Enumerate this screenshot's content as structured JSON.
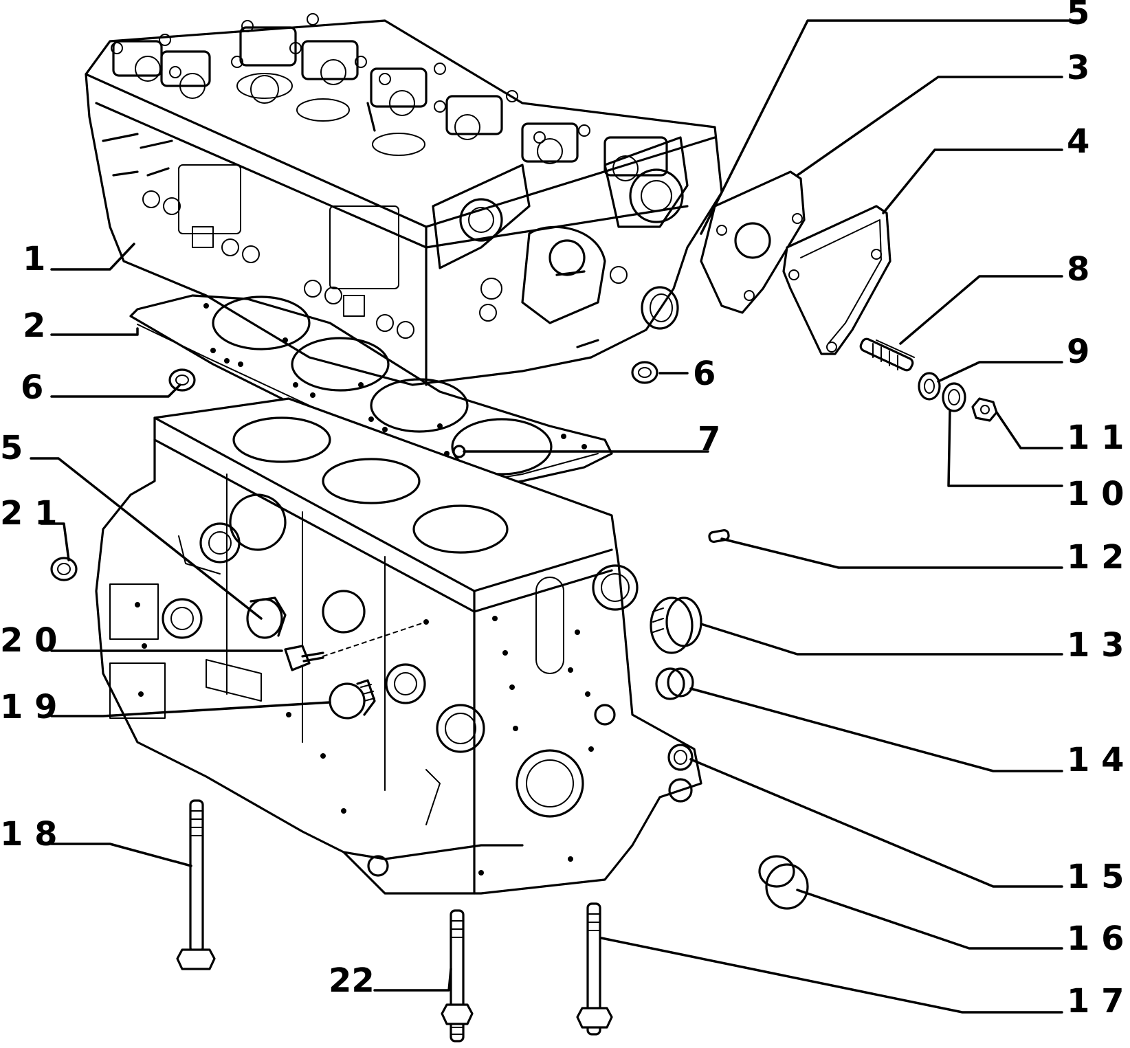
{
  "figure": {
    "callouts": [
      {
        "id": "1",
        "label": "1"
      },
      {
        "id": "2",
        "label": "2"
      },
      {
        "id": "3",
        "label": "3"
      },
      {
        "id": "4",
        "label": "4"
      },
      {
        "id": "5a",
        "label": "5"
      },
      {
        "id": "5b",
        "label": "5"
      },
      {
        "id": "6a",
        "label": "6"
      },
      {
        "id": "6b",
        "label": "6"
      },
      {
        "id": "7",
        "label": "7"
      },
      {
        "id": "8",
        "label": "8"
      },
      {
        "id": "9",
        "label": "9"
      },
      {
        "id": "10",
        "label": "1 0"
      },
      {
        "id": "11",
        "label": "1 1"
      },
      {
        "id": "12",
        "label": "1 2"
      },
      {
        "id": "13",
        "label": "1 3"
      },
      {
        "id": "14",
        "label": "1 4"
      },
      {
        "id": "15",
        "label": "1 5"
      },
      {
        "id": "16",
        "label": "1 6"
      },
      {
        "id": "17",
        "label": "1 7"
      },
      {
        "id": "18",
        "label": "1 8"
      },
      {
        "id": "19",
        "label": "1 9"
      },
      {
        "id": "20",
        "label": "2 0"
      },
      {
        "id": "21",
        "label": "2 1"
      },
      {
        "id": "22",
        "label": "22"
      }
    ]
  }
}
